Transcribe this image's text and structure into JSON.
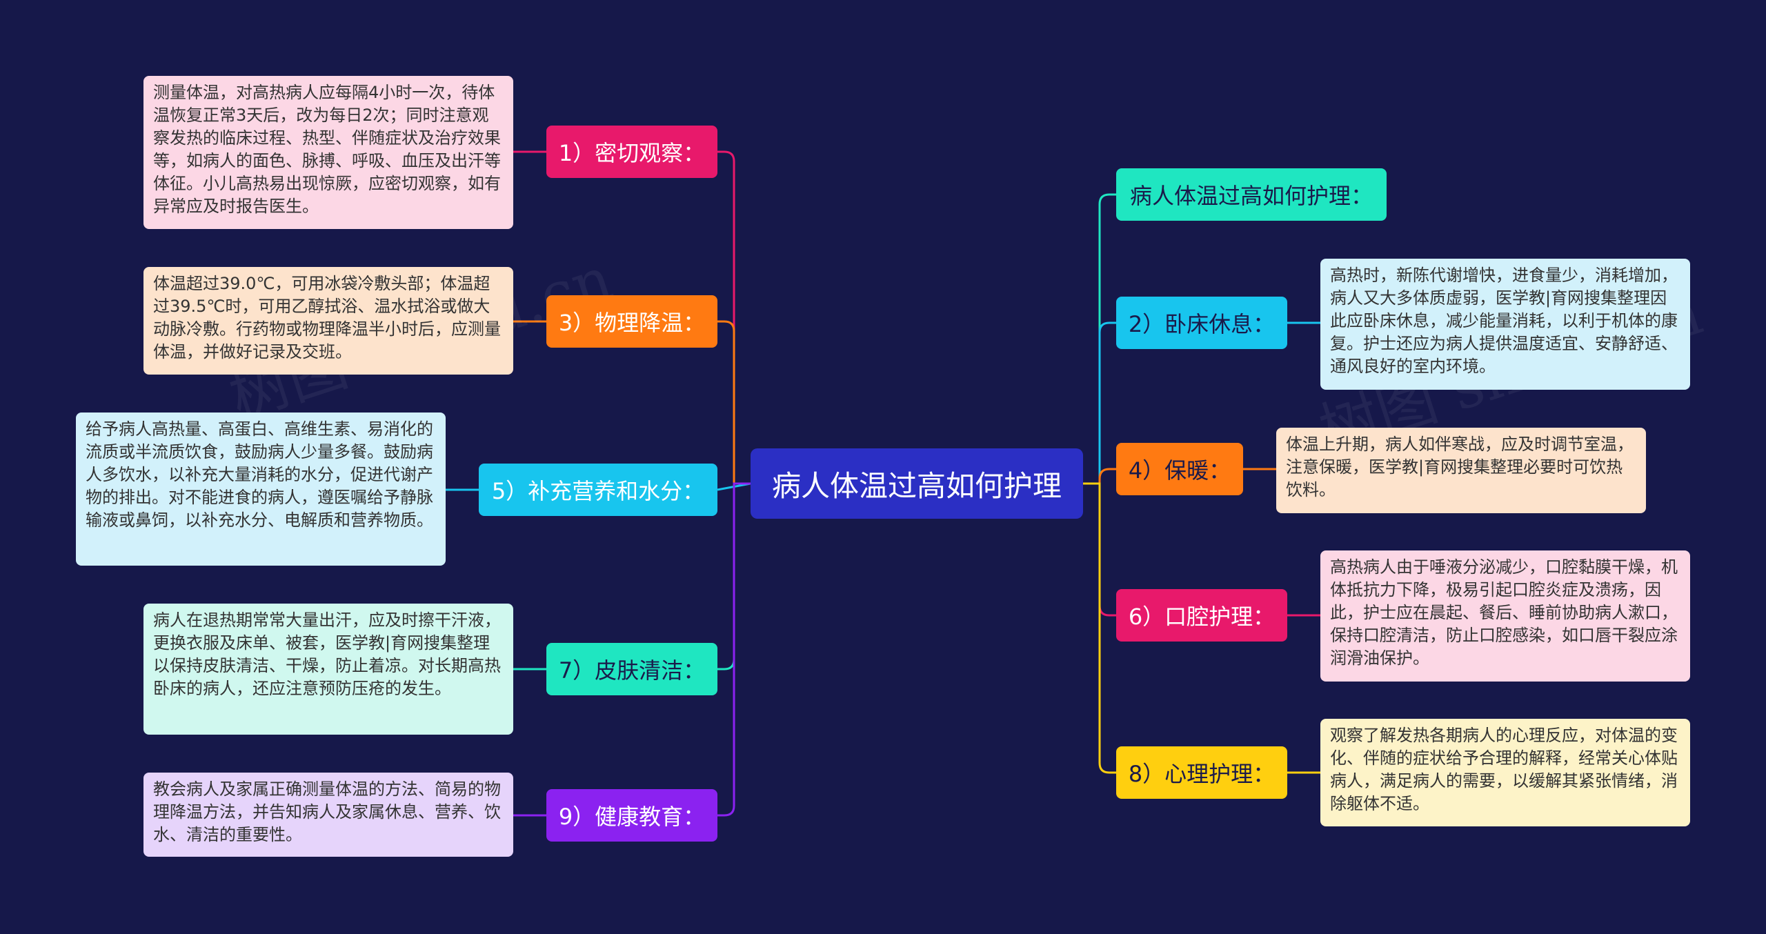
{
  "center": {
    "label": "病人体温过高如何护理",
    "color": "#2b2fc4"
  },
  "branches": [
    {
      "id": "b1",
      "label": "1）密切观察：",
      "color": "#e8196b",
      "text_color": "#ffffff",
      "leaf": {
        "text": "测量体温，对高热病人应每隔4小时一次，待体温恢复正常3天后，改为每日2次；同时注意观察发热的临床过程、热型、伴随症状及治疗效果等，如病人的面色、脉搏、呼吸、血压及出汗等体征。小儿高热易出现惊厥，应密切观察，如有异常应及时报告医生。",
        "bg": "#fcd7e5"
      }
    },
    {
      "id": "b3",
      "label": "3）物理降温：",
      "color": "#ff7a12",
      "text_color": "#ffffff",
      "leaf": {
        "text": "体温超过39.0℃，可用冰袋冷敷头部；体温超过39.5℃时，可用乙醇拭浴、温水拭浴或做大动脉冷敷。行药物或物理降温半小时后，应测量体温，并做好记录及交班。",
        "bg": "#fde3cc"
      }
    },
    {
      "id": "b5",
      "label": "5）补充营养和水分：",
      "color": "#18c5ee",
      "text_color": "#ffffff",
      "leaf": {
        "text": "给予病人高热量、高蛋白、高维生素、易消化的流质或半流质饮食，鼓励病人少量多餐。鼓励病人多饮水，以补充大量消耗的水分，促进代谢产物的排出。对不能进食的病人，遵医嘱给予静脉输液或鼻饲，以补充水分、电解质和营养物质。",
        "bg": "#d2f1fb"
      }
    },
    {
      "id": "b7",
      "label": "7）皮肤清洁：",
      "color": "#1fe6c1",
      "text_color": "#1a1a4a",
      "leaf": {
        "text": "病人在退热期常常大量出汗，应及时擦干汗液，更换衣服及床单、被套，医学教|育网搜集整理以保持皮肤清洁、干燥，防止着凉。对长期高热卧床的病人，还应注意预防压疮的发生。",
        "bg": "#d0f8ef"
      }
    },
    {
      "id": "b9",
      "label": "9）健康教育：",
      "color": "#8b22f0",
      "text_color": "#ffffff",
      "leaf": {
        "text": "教会病人及家属正确测量体温的方法、简易的物理降温方法，并告知病人及家属休息、营养、饮水、清洁的重要性。",
        "bg": "#e6d4fb"
      }
    },
    {
      "id": "bt",
      "label": "病人体温过高如何护理：",
      "color": "#1fe6c1",
      "text_color": "#1a1a4a",
      "leaf": null
    },
    {
      "id": "b2",
      "label": "2）卧床休息：",
      "color": "#18c5ee",
      "text_color": "#1a1a4a",
      "leaf": {
        "text": "高热时，新陈代谢增快，进食量少，消耗增加，病人又大多体质虚弱，医学教|育网搜集整理因此应卧床休息，减少能量消耗，以利于机体的康复。护士还应为病人提供温度适宜、安静舒适、通风良好的室内环境。",
        "bg": "#d2f1fb"
      }
    },
    {
      "id": "b4",
      "label": "4）保暖：",
      "color": "#ff7a12",
      "text_color": "#1a1a4a",
      "leaf": {
        "text": "体温上升期，病人如伴寒战，应及时调节室温，注意保暖，医学教|育网搜集整理必要时可饮热饮料。",
        "bg": "#fde3cc"
      }
    },
    {
      "id": "b6",
      "label": "6）口腔护理：",
      "color": "#e8196b",
      "text_color": "#ffffff",
      "leaf": {
        "text": "高热病人由于唾液分泌减少，口腔黏膜干燥，机体抵抗力下降，极易引起口腔炎症及溃疡，因此，护士应在晨起、餐后、睡前协助病人漱口，保持口腔清洁，防止口腔感染，如口唇干裂应涂润滑油保护。",
        "bg": "#fcd7e5"
      }
    },
    {
      "id": "b8",
      "label": "8）心理护理：",
      "color": "#ffcf0f",
      "text_color": "#1a1a4a",
      "leaf": {
        "text": "观察了解发热各期病人的心理反应，对体温的变化、伴随的症状给予合理的解释，经常关心体贴病人，满足病人的需要，以缓解其紧张情绪，消除躯体不适。",
        "bg": "#fdf3c8"
      }
    }
  ],
  "watermark": "树图 shutu.cn"
}
